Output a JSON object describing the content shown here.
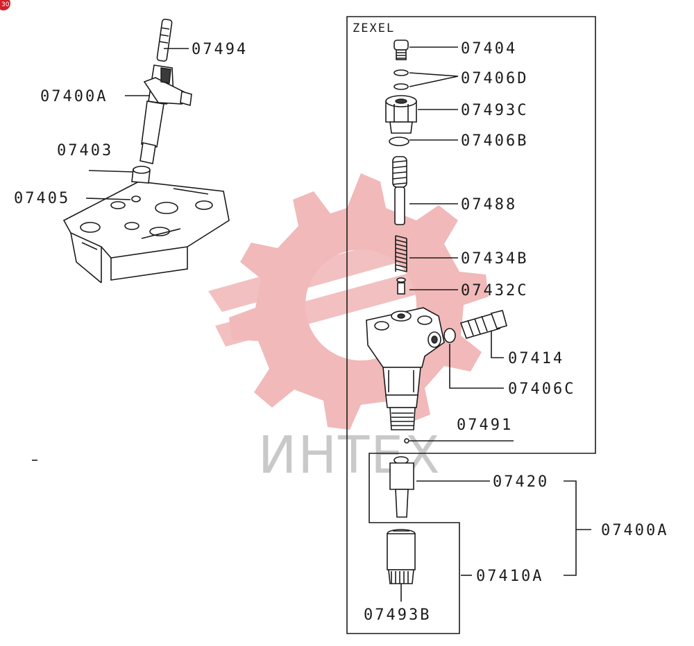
{
  "brand": "ZEXEL",
  "watermark": "ИНТЕХ",
  "badge": "30",
  "colors": {
    "line": "#1a1a1a",
    "watermark_gear": "#f1b9b9",
    "watermark_text": "#c9c9c9",
    "badge": "#d0202a"
  },
  "labels": {
    "p07494": "07494",
    "p07400A_left": "07400A",
    "p07403": "07403",
    "p07405": "07405",
    "p07404": "07404",
    "p07406D": "07406D",
    "p07493C": "07493C",
    "p07406B": "07406B",
    "p07488": "07488",
    "p07434B": "07434B",
    "p07432C": "07432C",
    "p07414": "07414",
    "p07406C": "07406C",
    "p07491": "07491",
    "p07420": "07420",
    "p07400A_right": "07400A",
    "p07410A": "07410A",
    "p07493B": "07493B"
  }
}
